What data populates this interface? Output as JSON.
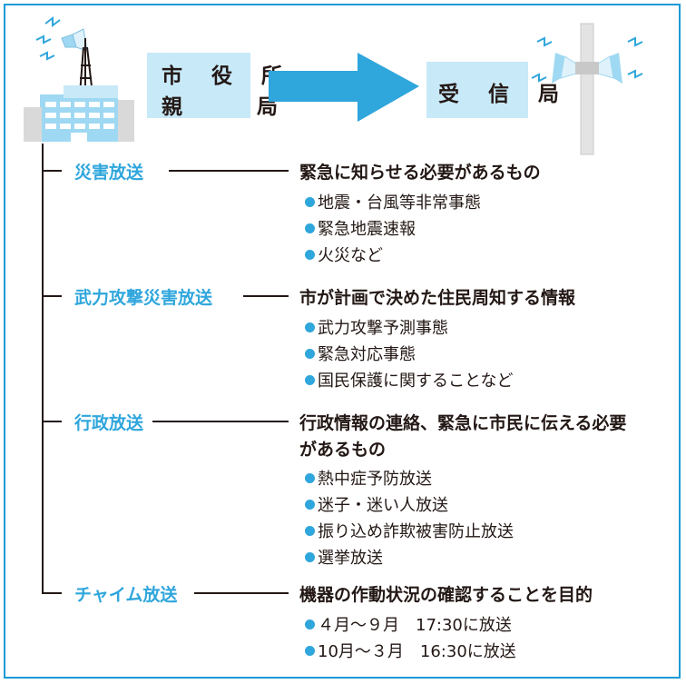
{
  "colors": {
    "accent": "#2fa6dc",
    "box": "#c8e9f8",
    "frame": "#1c9ad6",
    "text": "#231815"
  },
  "top": {
    "city_box": {
      "line1": "市 役 所",
      "line2": "親　　局"
    },
    "receiver_box": {
      "label": "受 信 局"
    },
    "icons": [
      "city-hall-building-icon",
      "broadcast-arrow-icon",
      "loudspeaker-pole-icon"
    ]
  },
  "categories": [
    {
      "name": "災害放送",
      "heading": "緊急に知らせる必要があるもの",
      "heading_cont": "",
      "items": [
        "地震・台風等非常事態",
        "緊急地震速報",
        "火災など"
      ]
    },
    {
      "name": "武力攻撃災害放送",
      "heading": "市が計画で決めた住民周知する情報",
      "heading_cont": "",
      "items": [
        "武力攻撃予測事態",
        "緊急対応事態",
        "国民保護に関することなど"
      ]
    },
    {
      "name": "行政放送",
      "heading": "行政情報の連絡、緊急に市民に伝える必要",
      "heading_cont": "があるもの",
      "items": [
        "熱中症予防放送",
        "迷子・迷い人放送",
        "振り込め詐欺被害防止放送",
        "選挙放送"
      ]
    },
    {
      "name": "チャイム放送",
      "heading": "機器の作動状況の確認することを目的",
      "heading_cont": "",
      "items": [
        "４月～９月　17:30に放送",
        "10月～３月　16:30に放送"
      ]
    }
  ]
}
